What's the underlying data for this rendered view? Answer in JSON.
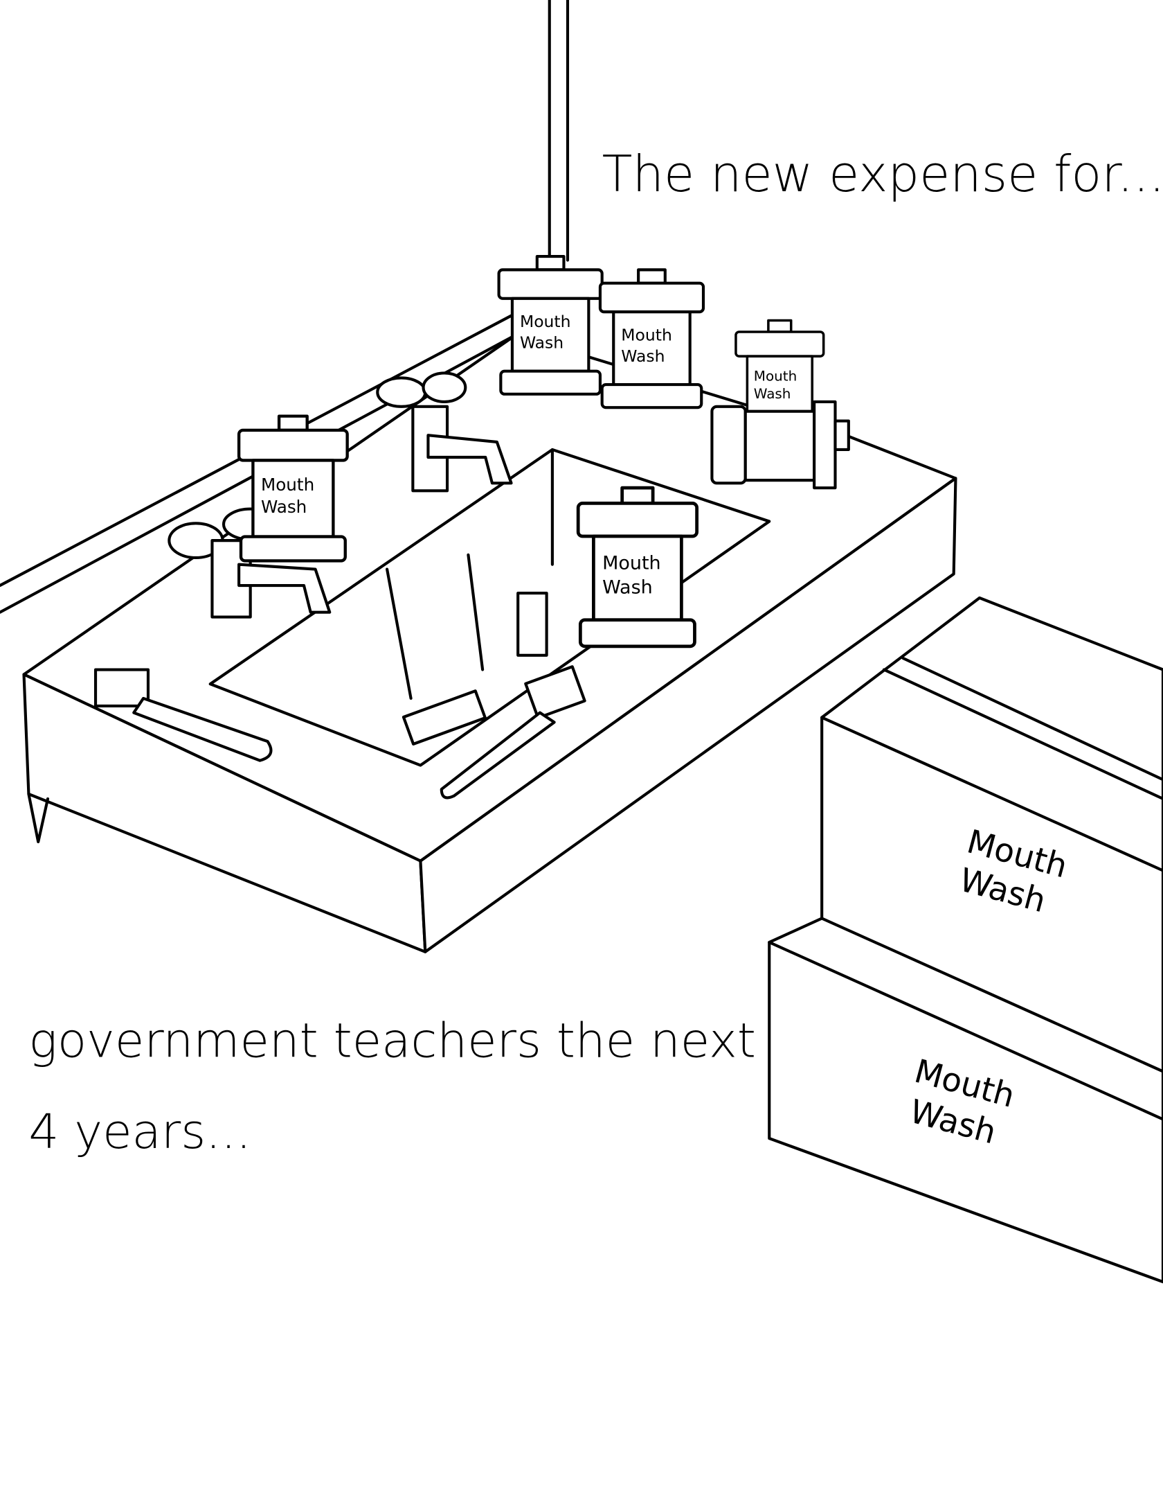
{
  "caption": {
    "top": "The new expense for...",
    "bottom_line1": "government teachers the next",
    "bottom_line2": "4 years..."
  },
  "product_label": {
    "line1": "Mouth",
    "line2": "Wash"
  },
  "colors": {
    "ink": "#000000",
    "paper": "#ffffff"
  }
}
